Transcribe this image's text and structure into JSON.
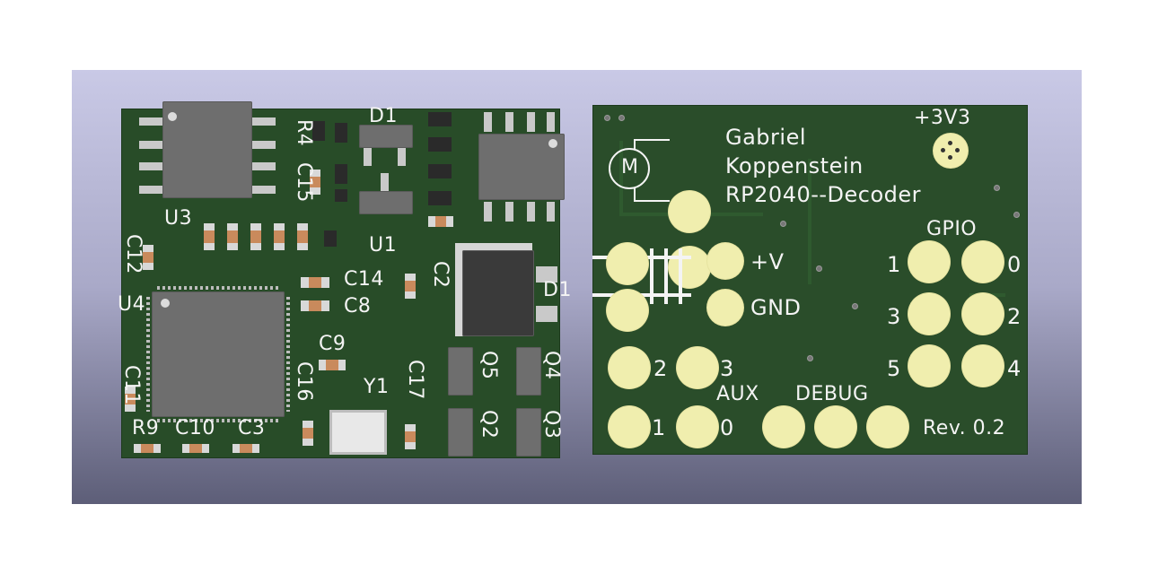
{
  "front": {
    "labels": {
      "u3": "U3",
      "u4": "U4",
      "u1": "U1",
      "r4": "R4",
      "c15": "C15",
      "d1_top": "D1",
      "c12": "C12",
      "c14": "C14",
      "c8": "C8",
      "c2": "C2",
      "d1": "D1",
      "c11": "C11",
      "c9": "C9",
      "c16": "C16",
      "y1": "Y1",
      "c17": "C17",
      "q5": "Q5",
      "q4": "Q4",
      "q2": "Q2",
      "q3": "Q3",
      "r9": "R9",
      "c10": "C10",
      "c3": "C3"
    }
  },
  "back": {
    "author_first": "Gabriel",
    "author_last": "Koppenstein",
    "project": "RP2040--Decoder",
    "motor_symbol": "M",
    "v33": "+3V3",
    "gpio_header": "GPIO",
    "gpio": {
      "g0": "0",
      "g1": "1",
      "g2": "2",
      "g3": "3",
      "g4": "4",
      "g5": "5"
    },
    "plus_v": "+V",
    "gnd": "GND",
    "aux_header": "AUX",
    "aux": {
      "a0": "0",
      "a1": "1",
      "a2": "2",
      "a3": "3"
    },
    "debug_header": "DEBUG",
    "revision": "Rev. 0.2"
  },
  "colors": {
    "board": "#284c28",
    "pad_gold": "#f0eeae",
    "silkscreen": "#f4f4f4",
    "ic_body": "#6e6e6e"
  }
}
